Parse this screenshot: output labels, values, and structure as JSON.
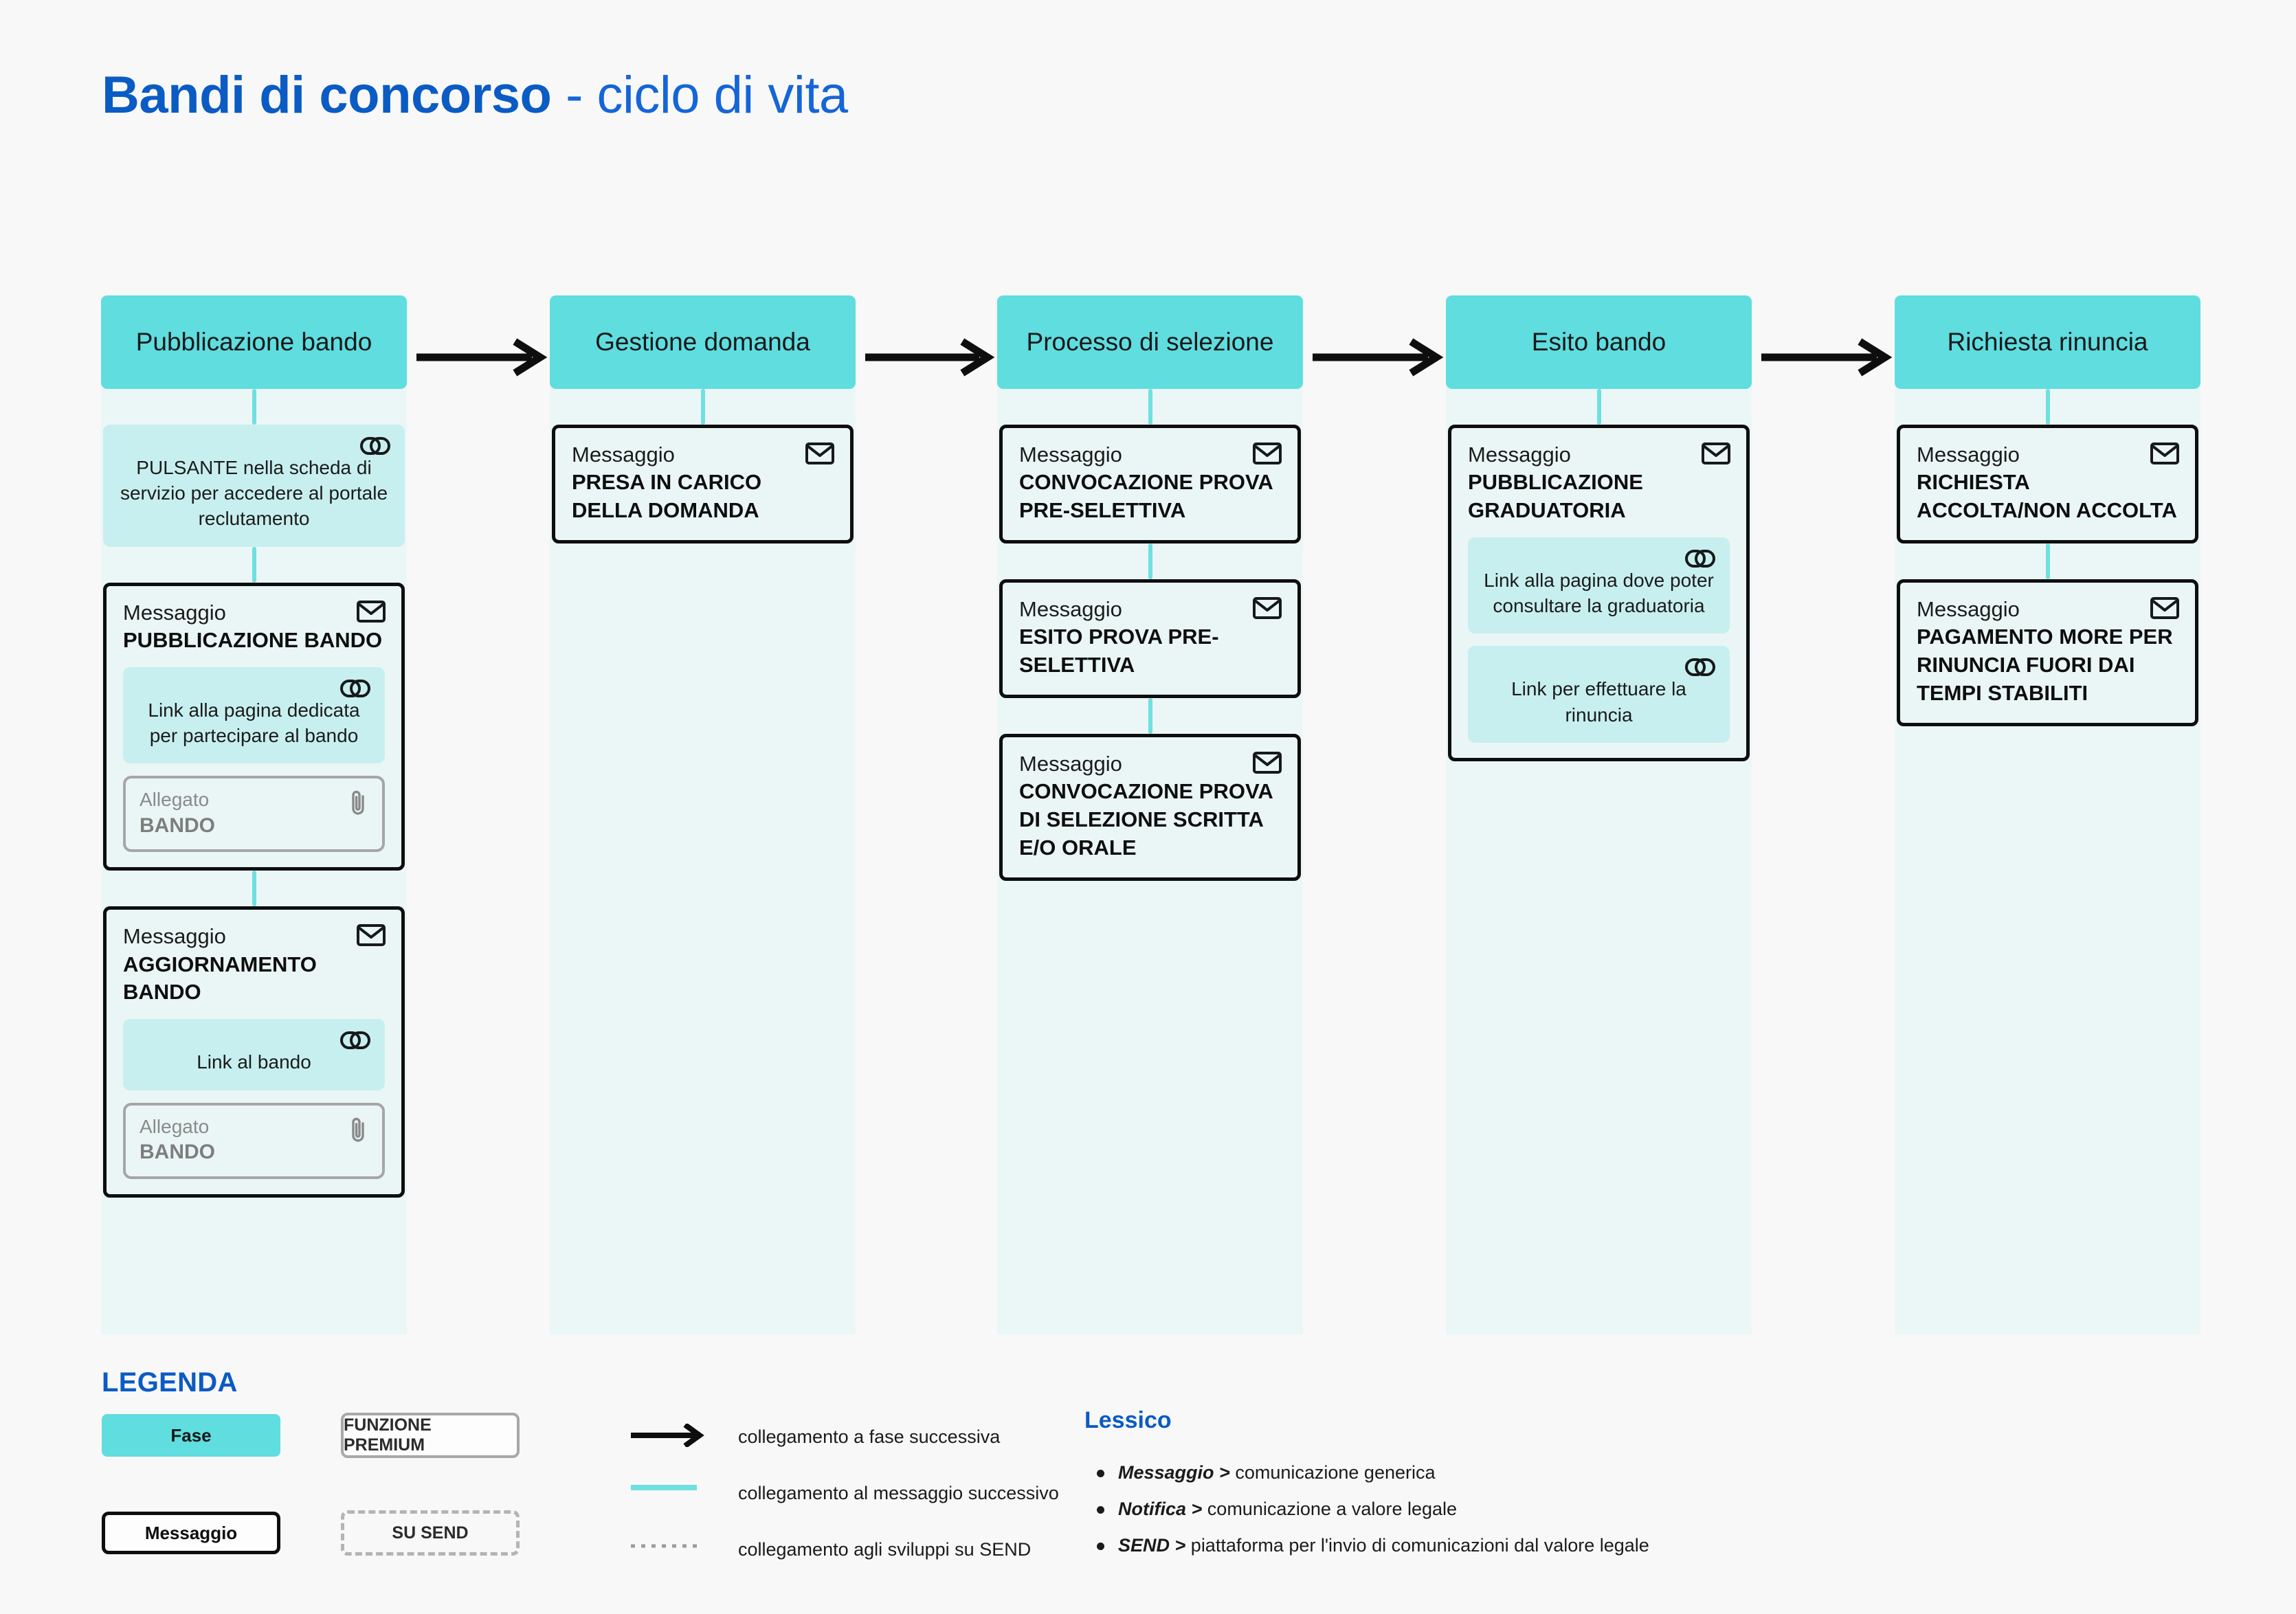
{
  "title": {
    "strong": "Bandi di concorso",
    "light": " - ciclo di vita"
  },
  "colors": {
    "page_bg": "#F8F8F8",
    "phase_teal": "#5FDDDF",
    "column_bg": "#EBF7F6",
    "chip_cyan": "#C8EFEF",
    "message_bg": "#EAF6F5",
    "brand_blue": "#0B5BC4",
    "connector_teal": "#6FE0E0",
    "attachment_grey": "#A6A6A6"
  },
  "columns": [
    {
      "phase": "Pubblicazione bando",
      "blocks": [
        {
          "kind": "chip",
          "icon": "link-icon",
          "text": "PULSANTE nella scheda di servizio per accedere al portale reclutamento"
        },
        {
          "kind": "message",
          "icon": "envelope-icon",
          "kicker": "Messaggio",
          "subject": "PUBBLICAZIONE BANDO",
          "chips": [
            {
              "icon": "link-icon",
              "text": "Link alla pagina dedicata per partecipare al bando"
            }
          ],
          "attachments": [
            {
              "icon": "paperclip-icon",
              "label": "Allegato",
              "name": "BANDO"
            }
          ]
        },
        {
          "kind": "message",
          "icon": "envelope-icon",
          "kicker": "Messaggio",
          "subject": "AGGIORNAMENTO BANDO",
          "chips": [
            {
              "icon": "link-icon",
              "text": "Link al bando"
            }
          ],
          "attachments": [
            {
              "icon": "paperclip-icon",
              "label": "Allegato",
              "name": "BANDO"
            }
          ]
        }
      ]
    },
    {
      "phase": "Gestione domanda",
      "blocks": [
        {
          "kind": "message",
          "icon": "envelope-icon",
          "kicker": "Messaggio",
          "subject": "PRESA IN CARICO DELLA DOMANDA",
          "chips": [],
          "attachments": []
        }
      ]
    },
    {
      "phase": "Processo di selezione",
      "blocks": [
        {
          "kind": "message",
          "icon": "envelope-icon",
          "kicker": "Messaggio",
          "subject": "CONVOCAZIONE PROVA PRE-SELETTIVA",
          "chips": [],
          "attachments": []
        },
        {
          "kind": "message",
          "icon": "envelope-icon",
          "kicker": "Messaggio",
          "subject": "ESITO PROVA PRE-SELETTIVA",
          "chips": [],
          "attachments": []
        },
        {
          "kind": "message",
          "icon": "envelope-icon",
          "kicker": "Messaggio",
          "subject": "CONVOCAZIONE PROVA DI SELEZIONE SCRITTA E/O ORALE",
          "chips": [],
          "attachments": []
        }
      ]
    },
    {
      "phase": "Esito bando",
      "blocks": [
        {
          "kind": "message",
          "icon": "envelope-icon",
          "kicker": "Messaggio",
          "subject": "PUBBLICAZIONE GRADUATORIA",
          "chips": [
            {
              "icon": "link-icon",
              "text": "Link alla pagina dove poter consultare la graduatoria"
            },
            {
              "icon": "link-icon",
              "text": "Link per effettuare la rinuncia"
            }
          ],
          "attachments": []
        }
      ]
    },
    {
      "phase": "Richiesta rinuncia",
      "blocks": [
        {
          "kind": "message",
          "icon": "envelope-icon",
          "kicker": "Messaggio",
          "subject": "RICHIESTA ACCOLTA/NON ACCOLTA",
          "chips": [],
          "attachments": []
        },
        {
          "kind": "message",
          "icon": "envelope-icon",
          "kicker": "Messaggio",
          "subject": "PAGAMENTO MORE PER RINUNCIA FUORI DAI TEMPI STABILITI",
          "chips": [],
          "attachments": []
        }
      ]
    }
  ],
  "legend": {
    "title": "LEGENDA",
    "swatches": {
      "phase": "Fase",
      "message": "Messaggio",
      "premium": "FUNZIONE PREMIUM",
      "send": "SU SEND"
    },
    "lines": [
      {
        "style": "solid-arrow",
        "label": "collegamento a fase successiva"
      },
      {
        "style": "teal-solid",
        "label": "collegamento al messaggio successivo"
      },
      {
        "style": "grey-dotted",
        "label": "collegamento agli sviluppi su SEND"
      }
    ],
    "lexicon": {
      "title": "Lessico",
      "items": [
        {
          "term": "Messaggio",
          "sep": " > ",
          "definition": "comunicazione generica"
        },
        {
          "term": "Notifica",
          "sep": " > ",
          "definition": "comunicazione a valore legale"
        },
        {
          "term": "SEND",
          "sep": " > ",
          "definition": "piattaforma per  l'invio di comunicazioni dal valore legale"
        }
      ]
    }
  }
}
